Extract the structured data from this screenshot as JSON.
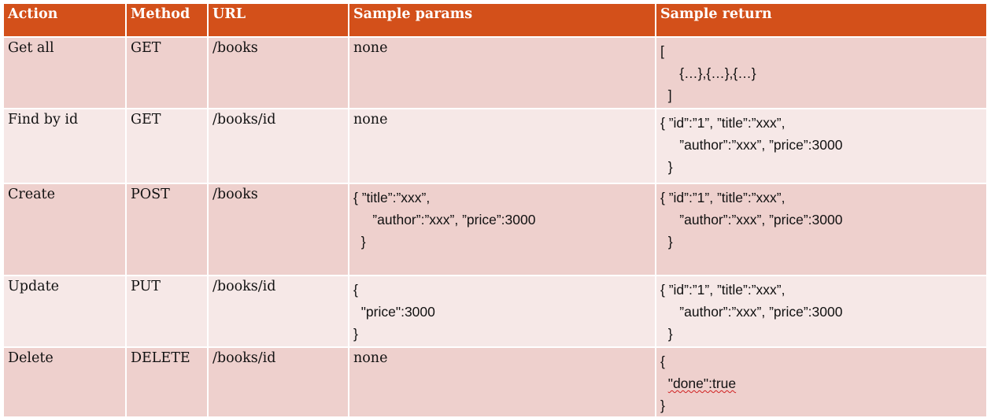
{
  "table": {
    "headers": [
      "Action",
      "Method",
      "URL",
      "Sample params",
      "Sample return"
    ],
    "rows": [
      {
        "action": "Get all",
        "method": "GET",
        "url": "/books",
        "params": [
          "none"
        ],
        "returns": [
          "[",
          "     {…},{…},{…}",
          "  ]"
        ]
      },
      {
        "action": "Find by id",
        "method": "GET",
        "url": "/books/id",
        "params": [
          "none"
        ],
        "returns": [
          "{ ”id”:”1”, ”title”:”xxx”,",
          "     ”author”:”xxx”, ”price”:3000",
          "  }"
        ]
      },
      {
        "action": "Create",
        "method": "POST",
        "url": "/books",
        "params": [
          "{ ”title”:”xxx”,",
          "     ”author”:”xxx”, ”price”:3000",
          "  }"
        ],
        "returns": [
          "{ ”id”:”1”, ”title”:”xxx”,",
          "     ”author”:”xxx”, ”price”:3000",
          "  }"
        ]
      },
      {
        "action": "Update",
        "method": "PUT",
        "url": "/books/id",
        "params": [
          "{",
          "  \"price\":3000",
          "}"
        ],
        "returns": [
          "{ ”id”:”1”, ”title”:”xxx”,",
          "     ”author”:”xxx”, ”price”:3000",
          "  }"
        ]
      },
      {
        "action": "Delete",
        "method": "DELETE",
        "url": "/books/id",
        "params": [
          "none"
        ],
        "returns_open": "{",
        "returns_key": "\"done\":true",
        "returns_close": "}"
      }
    ]
  },
  "colors": {
    "header_bg": "#d3501a",
    "row_dark": "#eed0cd",
    "row_light": "#f6e8e7"
  }
}
